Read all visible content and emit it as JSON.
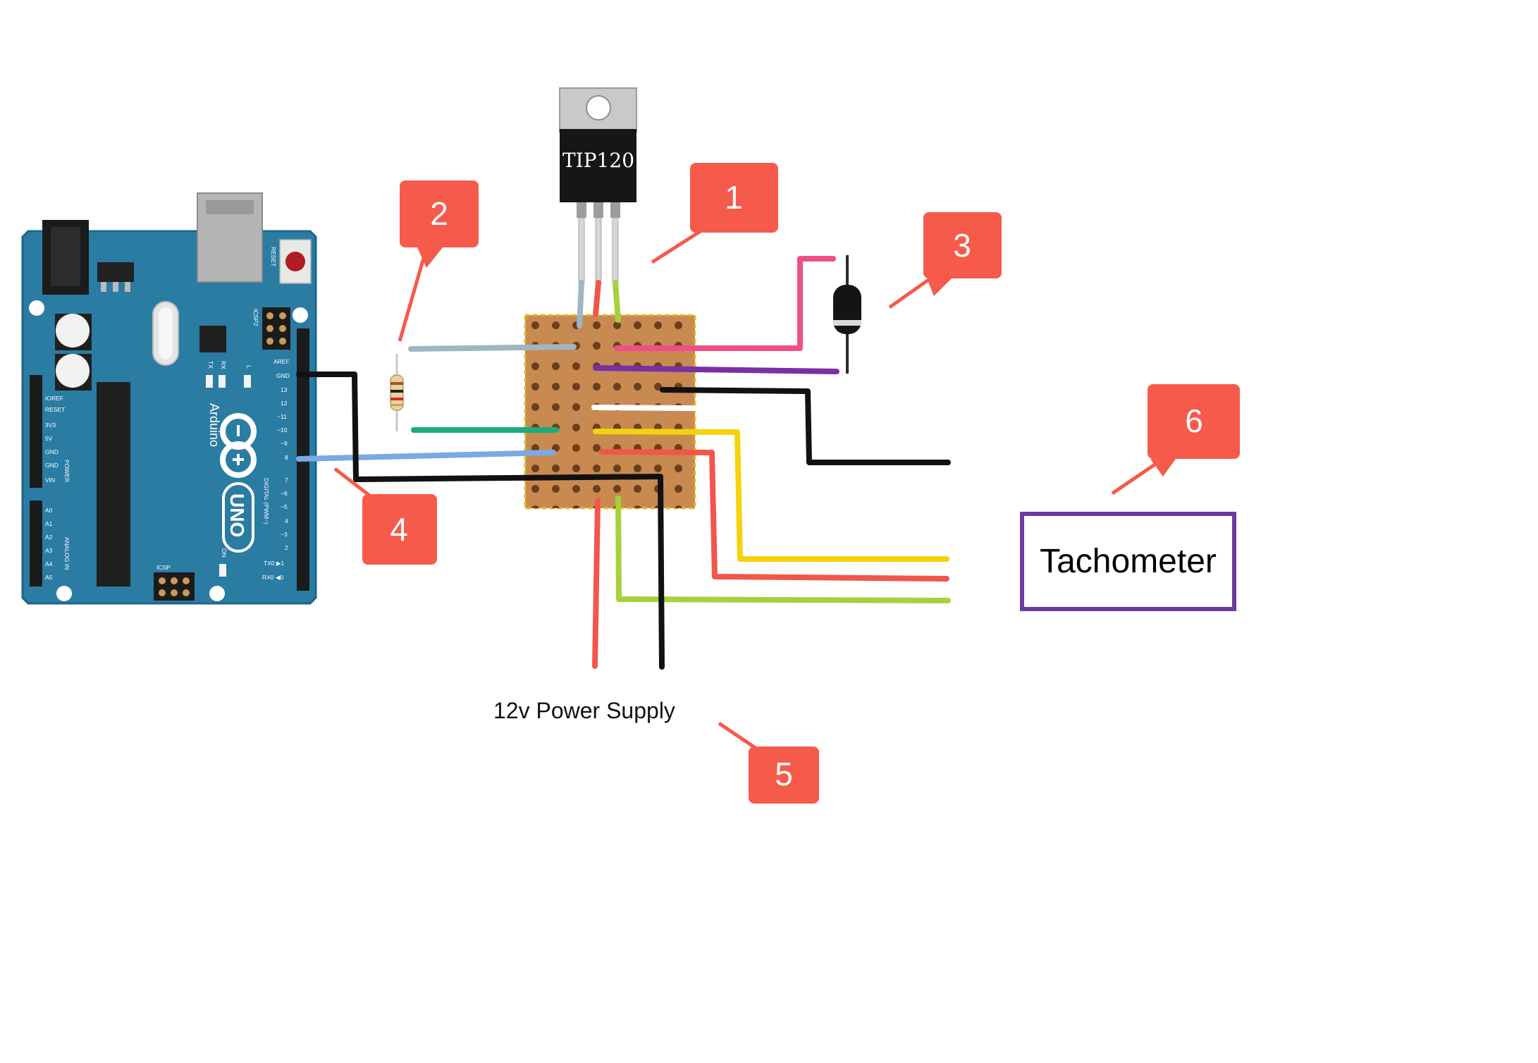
{
  "colors": {
    "callout": "#f65a4b",
    "board_blue": "#2a7ca3",
    "stripboard": "#c98a52",
    "tachometer_border": "#6e3aa0",
    "wire_red": "#f0574a",
    "wire_pink": "#ef4f86",
    "wire_purple": "#7a2fa6",
    "wire_black": "#111111",
    "wire_white": "#ffffff",
    "wire_yellow": "#f5d20c",
    "wire_green_lime": "#a6d13a",
    "wire_teal": "#1aab7f",
    "wire_light_blue": "#7aa9e6",
    "wire_grey_blue": "#9fb6c4"
  },
  "components": {
    "transistor_label": "TIP120",
    "arduino_brand": "Arduino",
    "arduino_model": "UNO",
    "arduino_pin_labels": {
      "top_header": [
        "AREF",
        "GND",
        "13",
        "12",
        "~11",
        "~10",
        "~9",
        "8"
      ],
      "bottom_header": [
        "7",
        "~6",
        "~5",
        "4",
        "~3",
        "2",
        "TX0 ▶1",
        "RX0 ◀0"
      ],
      "power_header": [
        "IOREF",
        "RESET",
        "3V3",
        "5V",
        "GND",
        "GND",
        "VIN"
      ],
      "analog_header": [
        "A0",
        "A1",
        "A2",
        "A3",
        "A4",
        "A5"
      ],
      "section_labels": [
        "POWER",
        "ANALOG IN",
        "DIGITAL (PWM~)",
        "ICSP",
        "ICSP2",
        "RESET",
        "TX",
        "RX",
        "L",
        "ON"
      ]
    }
  },
  "labels": {
    "power_supply": "12v Power Supply",
    "tachometer": "Tachometer"
  },
  "callouts": [
    "1",
    "2",
    "3",
    "4",
    "5",
    "6"
  ]
}
